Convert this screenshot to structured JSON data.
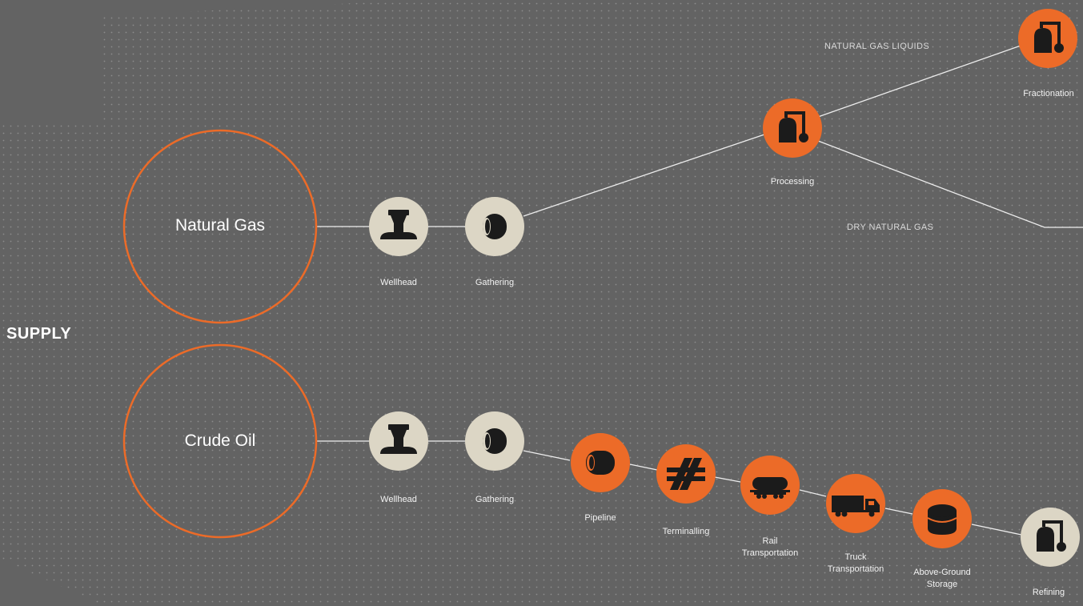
{
  "supply_label": "SUPPLY",
  "sources": {
    "natural_gas": "Natural Gas",
    "crude_oil": "Crude Oil"
  },
  "streams": {
    "ngl": "NATURAL GAS LIQUIDS",
    "dry_gas": "DRY NATURAL GAS"
  },
  "gas_nodes": {
    "wellhead": "Wellhead",
    "gathering": "Gathering",
    "processing": "Processing",
    "fractionation": "Fractionation"
  },
  "oil_nodes": {
    "wellhead": "Wellhead",
    "gathering": "Gathering",
    "pipeline": "Pipeline",
    "terminalling": "Terminalling",
    "rail_1": "Rail",
    "rail_2": "Transportation",
    "truck_1": "Truck",
    "truck_2": "Transportation",
    "storage_1": "Above-Ground",
    "storage_2": "Storage",
    "refining": "Refining"
  },
  "colors": {
    "background": "#636363",
    "dot_grid": "#8a8a8a",
    "accent_orange": "#ec6b28",
    "node_beige": "#dcd6c5",
    "icon_dark": "#1b1b1b",
    "connector": "#ededed"
  },
  "icons": {
    "wellhead": "wellhead-icon",
    "gathering": "pipe-segment-icon",
    "processing": "processing-plant-icon",
    "terminalling": "terminal-icon",
    "rail": "railcar-icon",
    "truck": "truck-icon",
    "storage": "storage-tank-icon"
  }
}
